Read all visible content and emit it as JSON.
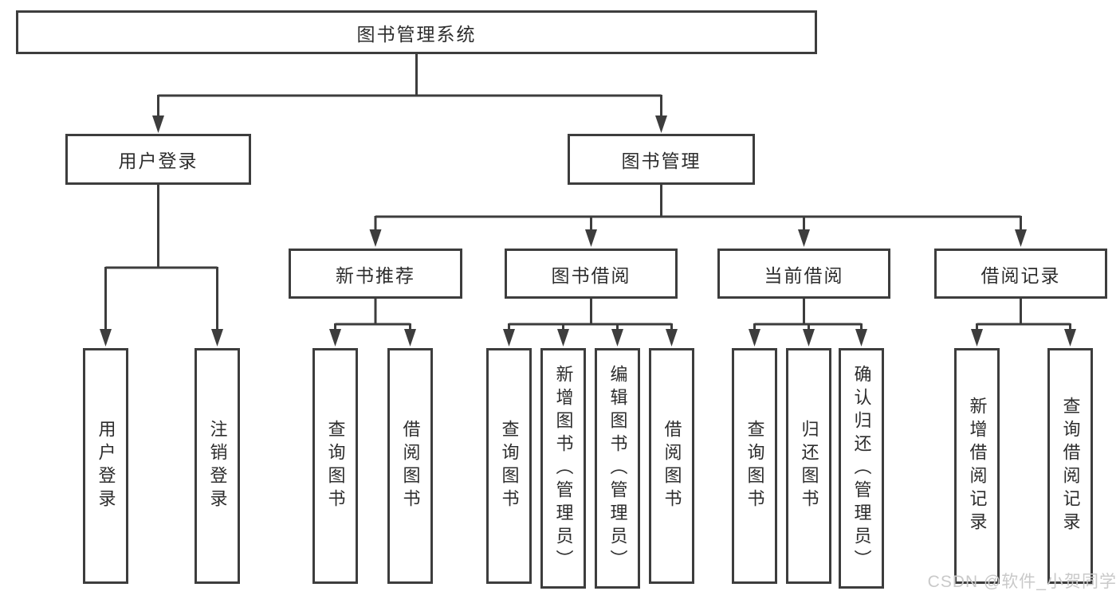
{
  "diagram": {
    "type": "feature-tree",
    "colors": {
      "line": "#3d3d3d",
      "box_border": "#3d3d3d",
      "text": "#2d2d2d",
      "background": "#ffffff",
      "watermark": "#c9c9c9"
    },
    "root": {
      "label": "图书管理系统"
    },
    "level2": [
      {
        "id": "user-login",
        "label": "用户登录"
      },
      {
        "id": "book-management",
        "label": "图书管理"
      }
    ],
    "level3": [
      {
        "id": "new-book-recommend",
        "label": "新书推荐",
        "parent": "book-management"
      },
      {
        "id": "book-borrow",
        "label": "图书借阅",
        "parent": "book-management"
      },
      {
        "id": "current-borrow",
        "label": "当前借阅",
        "parent": "book-management"
      },
      {
        "id": "borrow-records",
        "label": "借阅记录",
        "parent": "book-management"
      }
    ],
    "leaves": [
      {
        "id": "user-login-leaf",
        "label": "用户登录",
        "parent": "user-login"
      },
      {
        "id": "logout-leaf",
        "label": "注销登录",
        "parent": "user-login"
      },
      {
        "id": "query-books-1",
        "label": "查询图书",
        "parent": "new-book-recommend"
      },
      {
        "id": "borrow-books-1",
        "label": "借阅图书",
        "parent": "new-book-recommend"
      },
      {
        "id": "query-books-2",
        "label": "查询图书",
        "parent": "book-borrow"
      },
      {
        "id": "add-books-admin",
        "label": "新增图书（管理员）",
        "parent": "book-borrow"
      },
      {
        "id": "edit-books-admin",
        "label": "编辑图书（管理员）",
        "parent": "book-borrow"
      },
      {
        "id": "borrow-books-2",
        "label": "借阅图书",
        "parent": "book-borrow"
      },
      {
        "id": "query-books-3",
        "label": "查询图书",
        "parent": "current-borrow"
      },
      {
        "id": "return-books",
        "label": "归还图书",
        "parent": "current-borrow"
      },
      {
        "id": "confirm-return-admin",
        "label": "确认归还（管理员）",
        "parent": "current-borrow"
      },
      {
        "id": "add-borrow-record",
        "label": "新增借阅记录",
        "parent": "borrow-records"
      },
      {
        "id": "query-borrow-record",
        "label": "查询借阅记录",
        "parent": "borrow-records"
      }
    ],
    "watermark": {
      "text": "CSDN @软件_小贺同学"
    }
  }
}
